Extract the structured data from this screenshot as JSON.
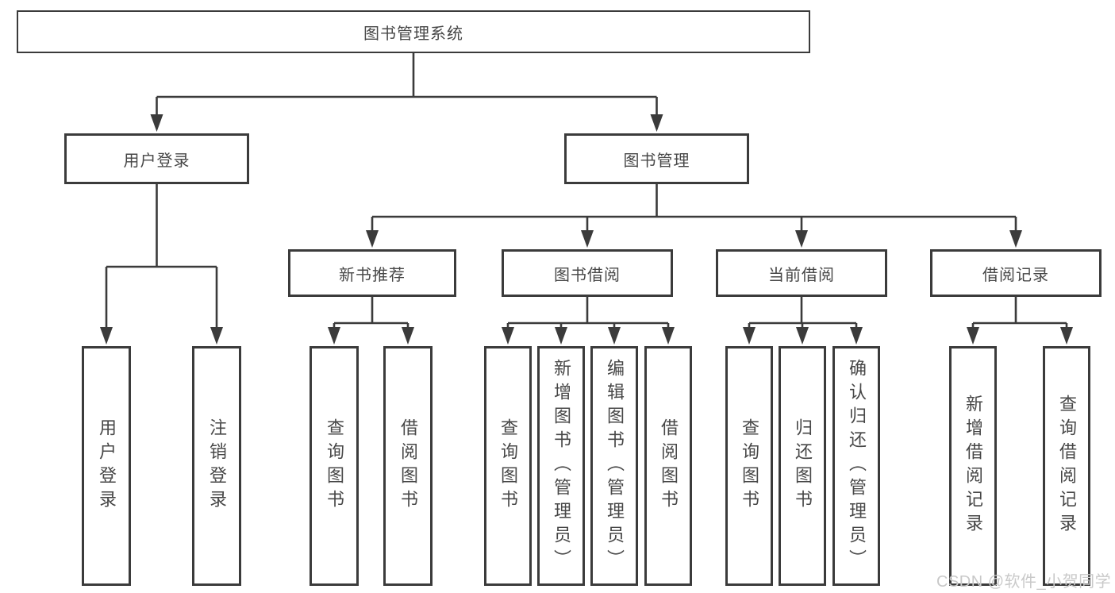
{
  "tree": {
    "root": {
      "label": "图书管理系统",
      "children": [
        {
          "label": "用户登录",
          "children": [
            {
              "label": "用户登录"
            },
            {
              "label": "注销登录"
            }
          ]
        },
        {
          "label": "图书管理",
          "children": [
            {
              "label": "新书推荐",
              "children": [
                {
                  "label": "查询图书"
                },
                {
                  "label": "借阅图书"
                }
              ]
            },
            {
              "label": "图书借阅",
              "children": [
                {
                  "label": "查询图书"
                },
                {
                  "label": "新增图书（管理员）"
                },
                {
                  "label": "编辑图书（管理员）"
                },
                {
                  "label": "借阅图书"
                }
              ]
            },
            {
              "label": "当前借阅",
              "children": [
                {
                  "label": "查询图书"
                },
                {
                  "label": "归还图书"
                },
                {
                  "label": "确认归还（管理员）"
                }
              ]
            },
            {
              "label": "借阅记录",
              "children": [
                {
                  "label": "新增借阅记录"
                },
                {
                  "label": "查询借阅记录"
                }
              ]
            }
          ]
        }
      ]
    }
  },
  "watermark": {
    "text": "CSDN @软件_小贺同学"
  },
  "colors": {
    "line": "#3b3b3b",
    "box_border": "#3b3b3b",
    "text": "#474747",
    "watermark": "#c9c9c9",
    "background": "#ffffff"
  }
}
